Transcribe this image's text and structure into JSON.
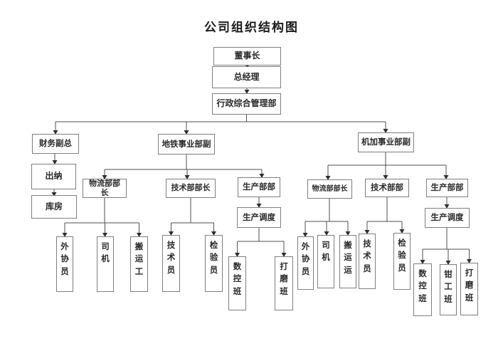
{
  "title": "公司组织结构图",
  "colors": {
    "background": "#ffffff",
    "box_border": "#7f7f7f",
    "line": "#4f4f4f",
    "text": "#2a2a2a"
  },
  "nodes": {
    "chairman": {
      "label": "董事长"
    },
    "general_manager": {
      "label": "总经理"
    },
    "admin_dept": {
      "label": "行政综合管理部"
    },
    "finance_deputy": {
      "label": "财务副总"
    },
    "cashier": {
      "label": "出纳"
    },
    "warehouse": {
      "label": "库房"
    },
    "metro_division": {
      "label": "地铁事业部副"
    },
    "metro_logistics": {
      "label": "物流部部长"
    },
    "metro_tech": {
      "label": "技术部部长"
    },
    "metro_production": {
      "label": "生产部部"
    },
    "metro_dispatch": {
      "label": "生产调度"
    },
    "metro_outsourcer": {
      "label": "外协员"
    },
    "metro_driver": {
      "label": "司机"
    },
    "metro_porter": {
      "label": "搬运工"
    },
    "metro_technician": {
      "label": "技术员"
    },
    "metro_inspector": {
      "label": "检验员"
    },
    "metro_cnc_team": {
      "label": "数控班"
    },
    "metro_grinding_team": {
      "label": "打磨班"
    },
    "machining_division": {
      "label": "机加事业部副"
    },
    "mach_logistics": {
      "label": "物流部部长"
    },
    "mach_tech": {
      "label": "技术部部"
    },
    "mach_production": {
      "label": "生产部部"
    },
    "mach_dispatch": {
      "label": "生产调度"
    },
    "mach_outsourcer": {
      "label": "外协员"
    },
    "mach_driver": {
      "label": "司机"
    },
    "mach_porter": {
      "label": "搬运运"
    },
    "mach_technician": {
      "label": "技术员"
    },
    "mach_inspector": {
      "label": "检验员"
    },
    "mach_cnc_team": {
      "label": "数控班"
    },
    "mach_fitter_team": {
      "label": "钳工班"
    },
    "mach_grinding_team": {
      "label": "打磨班"
    }
  },
  "edges": [
    [
      "chairman",
      "general_manager"
    ],
    [
      "general_manager",
      "admin_dept"
    ],
    [
      "admin_dept",
      "finance_deputy"
    ],
    [
      "admin_dept",
      "metro_division"
    ],
    [
      "admin_dept",
      "machining_division"
    ],
    [
      "finance_deputy",
      "cashier"
    ],
    [
      "cashier",
      "warehouse"
    ],
    [
      "metro_division",
      "metro_logistics"
    ],
    [
      "metro_division",
      "metro_tech"
    ],
    [
      "metro_division",
      "metro_production"
    ],
    [
      "metro_logistics",
      "metro_outsourcer"
    ],
    [
      "metro_logistics",
      "metro_driver"
    ],
    [
      "metro_logistics",
      "metro_porter"
    ],
    [
      "metro_tech",
      "metro_technician"
    ],
    [
      "metro_tech",
      "metro_inspector"
    ],
    [
      "metro_production",
      "metro_dispatch"
    ],
    [
      "metro_dispatch",
      "metro_cnc_team"
    ],
    [
      "metro_dispatch",
      "metro_grinding_team"
    ],
    [
      "machining_division",
      "mach_logistics"
    ],
    [
      "machining_division",
      "mach_tech"
    ],
    [
      "machining_division",
      "mach_production"
    ],
    [
      "mach_logistics",
      "mach_outsourcer"
    ],
    [
      "mach_logistics",
      "mach_driver"
    ],
    [
      "mach_logistics",
      "mach_porter"
    ],
    [
      "mach_tech",
      "mach_technician"
    ],
    [
      "mach_tech",
      "mach_inspector"
    ],
    [
      "mach_production",
      "mach_dispatch"
    ],
    [
      "mach_dispatch",
      "mach_cnc_team"
    ],
    [
      "mach_dispatch",
      "mach_fitter_team"
    ],
    [
      "mach_dispatch",
      "mach_grinding_team"
    ]
  ]
}
